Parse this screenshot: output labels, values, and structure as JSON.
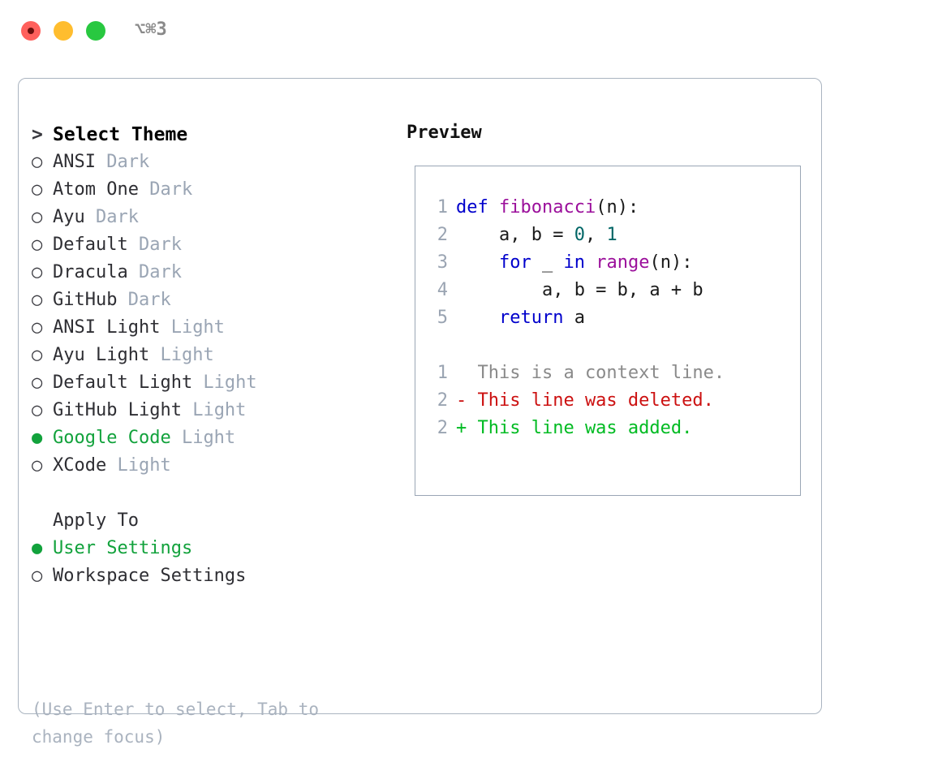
{
  "window": {
    "shortcut": "⌥⌘3",
    "traffic_lights": [
      {
        "name": "close",
        "color": "#ff605c"
      },
      {
        "name": "minimize",
        "color": "#ffbd2e"
      },
      {
        "name": "maximize",
        "color": "#28c840"
      }
    ]
  },
  "theme_picker": {
    "prompt_marker": ">",
    "heading": "Select Theme",
    "bullet_selected": "●",
    "bullet_unselected": "○",
    "items": [
      {
        "label": "ANSI",
        "variant": "Dark",
        "selected": false
      },
      {
        "label": "Atom One",
        "variant": "Dark",
        "selected": false
      },
      {
        "label": "Ayu",
        "variant": "Dark",
        "selected": false
      },
      {
        "label": "Default",
        "variant": "Dark",
        "selected": false
      },
      {
        "label": "Dracula",
        "variant": "Dark",
        "selected": false
      },
      {
        "label": "GitHub",
        "variant": "Dark",
        "selected": false
      },
      {
        "label": "ANSI Light",
        "variant": "Light",
        "selected": false
      },
      {
        "label": "Ayu Light",
        "variant": "Light",
        "selected": false
      },
      {
        "label": "Default Light",
        "variant": "Light",
        "selected": false
      },
      {
        "label": "GitHub Light",
        "variant": "Light",
        "selected": false
      },
      {
        "label": "Google Code",
        "variant": "Light",
        "selected": true
      },
      {
        "label": "XCode",
        "variant": "Light",
        "selected": false
      }
    ]
  },
  "apply_to": {
    "heading": "Apply To",
    "options": [
      {
        "label": "User Settings",
        "selected": true
      },
      {
        "label": "Workspace Settings",
        "selected": false
      }
    ]
  },
  "hint": "(Use Enter to select, Tab to change focus)",
  "preview": {
    "title": "Preview",
    "code_lines": [
      {
        "num": "1",
        "tokens": [
          {
            "t": "def ",
            "c": "kw"
          },
          {
            "t": "fibonacci",
            "c": "fn"
          },
          {
            "t": "(n):",
            "c": "pln"
          }
        ]
      },
      {
        "num": "2",
        "tokens": [
          {
            "t": "    a, b = ",
            "c": "pln"
          },
          {
            "t": "0",
            "c": "num"
          },
          {
            "t": ", ",
            "c": "pln"
          },
          {
            "t": "1",
            "c": "num"
          }
        ]
      },
      {
        "num": "3",
        "tokens": [
          {
            "t": "    ",
            "c": "pln"
          },
          {
            "t": "for",
            "c": "kw"
          },
          {
            "t": " _ ",
            "c": "pln"
          },
          {
            "t": "in",
            "c": "kw"
          },
          {
            "t": " ",
            "c": "pln"
          },
          {
            "t": "range",
            "c": "fn"
          },
          {
            "t": "(n):",
            "c": "pln"
          }
        ]
      },
      {
        "num": "4",
        "tokens": [
          {
            "t": "        a, b = b, a + b",
            "c": "pln"
          }
        ]
      },
      {
        "num": "5",
        "tokens": [
          {
            "t": "    ",
            "c": "pln"
          },
          {
            "t": "return",
            "c": "kw"
          },
          {
            "t": " a",
            "c": "pln"
          }
        ]
      }
    ],
    "diff_lines": [
      {
        "num": "1",
        "sign": " ",
        "text": " This is a context line.",
        "kind": "ctx"
      },
      {
        "num": "2",
        "sign": "-",
        "text": " This line was deleted.",
        "kind": "del"
      },
      {
        "num": "2",
        "sign": "+",
        "text": " This line was added.",
        "kind": "add"
      }
    ]
  },
  "colors": {
    "selected_green": "#12a23c",
    "muted_gray": "#9aa5b4",
    "hint_gray": "#aab3bf",
    "keyword_blue": "#0000cc",
    "function_magenta": "#9b0f9b",
    "number_teal": "#006666",
    "diff_deleted_red": "#cc1111",
    "diff_added_green": "#00bb22",
    "panel_border": "#aab4c0"
  }
}
